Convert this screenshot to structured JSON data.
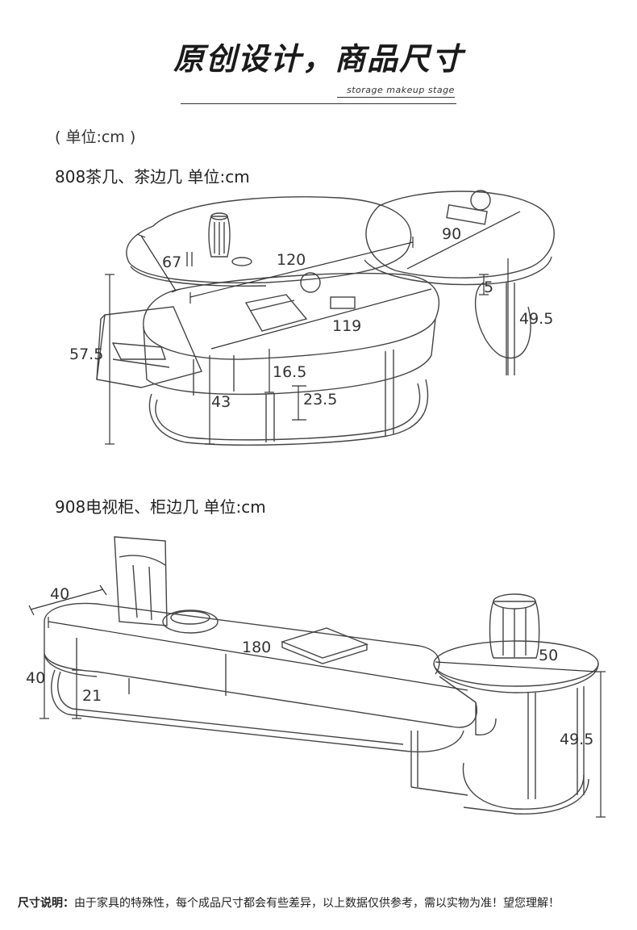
{
  "header": {
    "title": "原创设计，商品尺寸",
    "subtitle": "storage makeup stage"
  },
  "unit_note": "( 单位:cm )",
  "sections": [
    {
      "heading": "808茶几、茶边几 单位:cm",
      "dimensions": [
        "67",
        "120",
        "90",
        "5",
        "49.5",
        "57.5",
        "119",
        "16.5",
        "43",
        "23.5"
      ]
    },
    {
      "heading": "908电视柜、柜边几 单位:cm",
      "dimensions": [
        "40",
        "180",
        "50",
        "40",
        "21",
        "49.5"
      ]
    }
  ],
  "footer": {
    "label": "尺寸说明：",
    "text": "由于家具的特殊性，每个成品尺寸都会有些差异，以上数据仅供参考，需以实物为准！望您理解！"
  },
  "colors": {
    "line": "#444444",
    "accent": "#222222"
  }
}
